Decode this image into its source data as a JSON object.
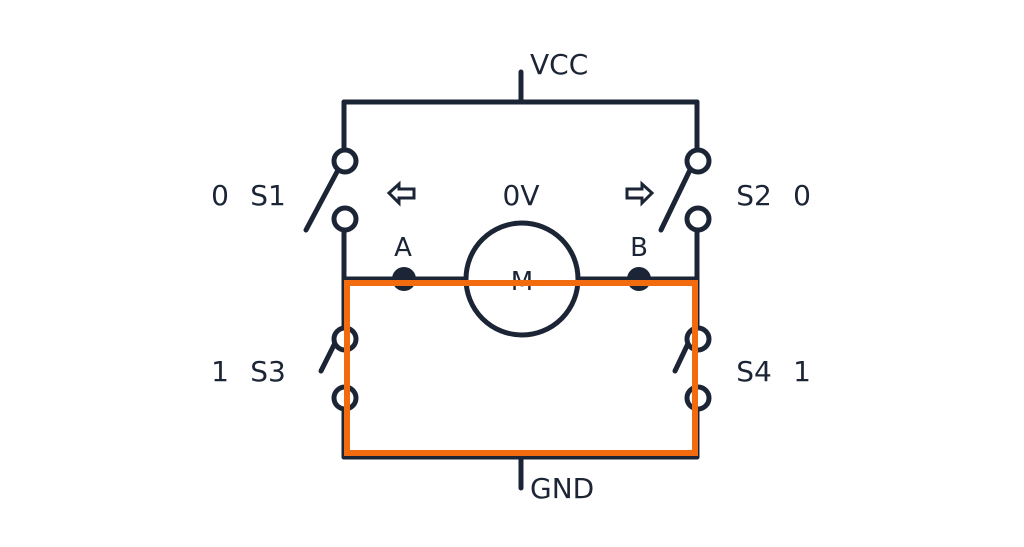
{
  "labels": {
    "vcc": "VCC",
    "gnd": "GND",
    "voltage": "0V",
    "motor": "M",
    "node_a": "A",
    "node_b": "B"
  },
  "switches": {
    "s1": {
      "name": "S1",
      "state": "0"
    },
    "s2": {
      "name": "S2",
      "state": "0"
    },
    "s3": {
      "name": "S3",
      "state": "1"
    },
    "s4": {
      "name": "S4",
      "state": "1"
    }
  },
  "colors": {
    "wire": "#1c2535",
    "highlight": "#f26b0f",
    "background": "#ffffff"
  },
  "icons": {
    "left_arrow": "left-arrow-icon",
    "right_arrow": "right-arrow-icon"
  }
}
